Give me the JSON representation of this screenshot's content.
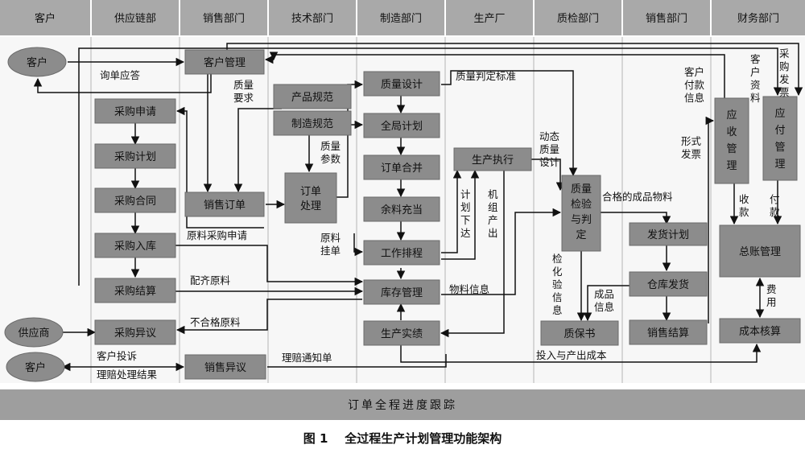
{
  "lanes": [
    "客户",
    "供应链部",
    "销售部门",
    "技术部门",
    "制造部门",
    "生产厂",
    "质检部门",
    "销售部门",
    "财务部门"
  ],
  "ellipses": {
    "customer_top": "客户",
    "supplier": "供应商",
    "customer_bottom": "客户"
  },
  "boxes": {
    "customer_mgmt": "客户管理",
    "purchase_request": "采购申请",
    "purchase_plan": "采购计划",
    "purchase_contract": "采购合同",
    "purchase_inbound": "采购入库",
    "purchase_settlement": "采购结算",
    "purchase_dispute": "采购异议",
    "sales_order": "销售订单",
    "sales_dispute": "销售异议",
    "product_spec": "产品规范",
    "mfg_spec": "制造规范",
    "order_processing": [
      "订单",
      "处理"
    ],
    "quality_design": "质量设计",
    "global_plan": "全局计划",
    "order_merge": "订单合并",
    "surplus_fill": "余料充当",
    "work_scheduling": "工作排程",
    "inventory_mgmt": "库存管理",
    "production_results": "生产实绩",
    "production_exec": "生产执行",
    "quality_inspection": [
      "质量",
      "检验",
      "与判",
      "定"
    ],
    "quality_certificate": "质保书",
    "shipping_plan": "发货计划",
    "warehouse_shipping": "仓库发货",
    "sales_settlement": "销售结算",
    "receivable_mgmt": [
      "应",
      "收",
      "管",
      "理"
    ],
    "payable_mgmt": [
      "应",
      "付",
      "管",
      "理"
    ],
    "ledger_mgmt": "总账管理",
    "cost_accounting": "成本核算"
  },
  "labels": {
    "inquiry_reply": "询单应答",
    "quality_requirement": [
      "质量",
      "要求"
    ],
    "quality_standard": "质量判定标准",
    "customer_payment_info": [
      "客户",
      "付款",
      "信息"
    ],
    "customer_info": [
      "客",
      "户",
      "资",
      "料"
    ],
    "purchase_invoice": [
      "采",
      "购",
      "发",
      "票"
    ],
    "quality_params": [
      "质量",
      "参数"
    ],
    "dynamic_quality_design": [
      "动态",
      "质量",
      "设计"
    ],
    "formal_invoice": [
      "形式",
      "发票"
    ],
    "qualified_products": "合格的成品物料",
    "received_payment": [
      "收",
      "款"
    ],
    "payment": [
      "付",
      "款"
    ],
    "plan_issued": [
      "计",
      "划",
      "下",
      "达"
    ],
    "unit_output": [
      "机",
      "组",
      "产",
      "出"
    ],
    "raw_material_purchase_request": "原料采购申请",
    "raw_material_listing": [
      "原料",
      "挂单"
    ],
    "assorted_raw_materials": "配齐原料",
    "material_info": "物料信息",
    "inspection_info": [
      "检",
      "化",
      "验",
      "信",
      "息"
    ],
    "finished_goods_info": [
      "成品",
      "信息"
    ],
    "costs": [
      "费",
      "用"
    ],
    "nonconforming_materials": "不合格原料",
    "customer_complaint": "客户投诉",
    "claim_result": "理赔处理结果",
    "claim_notice": "理赔通知单",
    "input_output_cost": "投入与产出成本"
  },
  "footer_bar": "订单全程进度跟踪",
  "caption": "图 1    全过程生产计划管理功能架构"
}
